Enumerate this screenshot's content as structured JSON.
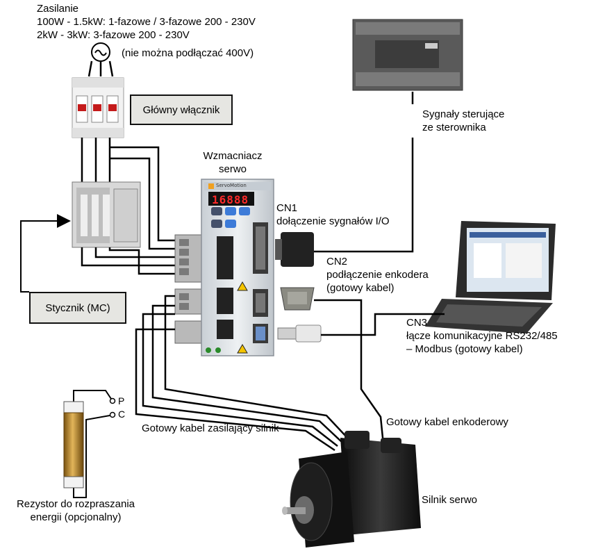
{
  "labels": {
    "power_title": "Zasilanie",
    "power_line1": "100W - 1.5kW: 1-fazowe / 3-fazowe 200 - 230V",
    "power_line2": "2kW - 3kW: 3-fazowe 200 - 230V",
    "power_note": "(nie można podłączać 400V)",
    "main_switch": "Główny włącznik",
    "amp_line1": "Wzmacniacz",
    "amp_line2": "serwo",
    "control_line1": "Sygnały sterujące",
    "control_line2": "ze sterownika",
    "cn1_title": "CN1",
    "cn1_desc": "dołączenie sygnałów I/O",
    "cn2_title": "CN2",
    "cn2_line1": "podłączenie enkodera",
    "cn2_line2": "(gotowy kabel)",
    "cn3_title": "CN3",
    "cn3_line1": "łącze komunikacyjne RS232/485",
    "cn3_line2": "– Modbus (gotowy kabel)",
    "contactor": "Stycznik (MC)",
    "motor_cable": "Gotowy kabel zasilający silnik",
    "encoder_cable": "Gotowy kabel enkoderowy",
    "motor": "Silnik serwo",
    "resistor_line1": "Rezystor do rozpraszania",
    "resistor_line2": "energii (opcjonalny)",
    "terminal_p": "P",
    "terminal_c": "C"
  },
  "display": {
    "value": "16888",
    "brand": "ServoMotion"
  },
  "colors": {
    "line": "#000000",
    "box_fill": "#e6e6e2",
    "lcd": "#ff2a2a",
    "resistor": "#c89a3a",
    "motor_body": "#1a1a1a",
    "amp_body": "#d9dee3"
  }
}
